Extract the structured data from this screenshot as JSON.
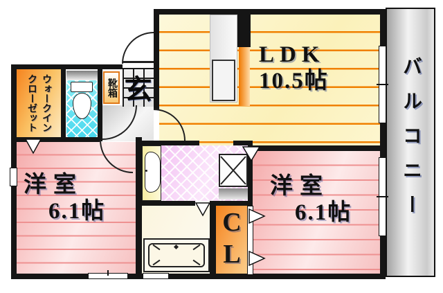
{
  "plan": {
    "type": "apartment-floor-plan",
    "rooms": {
      "ldk": {
        "label": "LDK",
        "area": "10.5帖"
      },
      "bedroom1": {
        "label": "洋室",
        "area": "6.1帖"
      },
      "bedroom2": {
        "label": "洋室",
        "area": "6.1帖"
      },
      "balcony": {
        "label": "バルコニー"
      },
      "walk_in_closet": {
        "line1": "ウォークイン",
        "line2": "クローゼット"
      },
      "shoe_box": {
        "label": "靴箱"
      },
      "entrance": {
        "label": "玄"
      },
      "closet": {
        "label": "CL"
      }
    },
    "fixtures": [
      "toilet",
      "wash-basin",
      "bathtub",
      "kitchen-sink",
      "washing-machine-space"
    ],
    "colors": {
      "wall": "#151515",
      "ldk_floor": "#fbf1ba",
      "ldk_floor_line": "#f08000",
      "bedroom_floor": "#f5aaaa",
      "bedroom_floor_line": "#ee9191",
      "toilet_tile": "#49d8ee",
      "washroom_tile": "#f3c3f3",
      "balcony": "#d9d9d9",
      "closet_orange": "#f5831e",
      "bath_floor": "#fbf5de",
      "shoebox_border": "#e07818"
    }
  }
}
